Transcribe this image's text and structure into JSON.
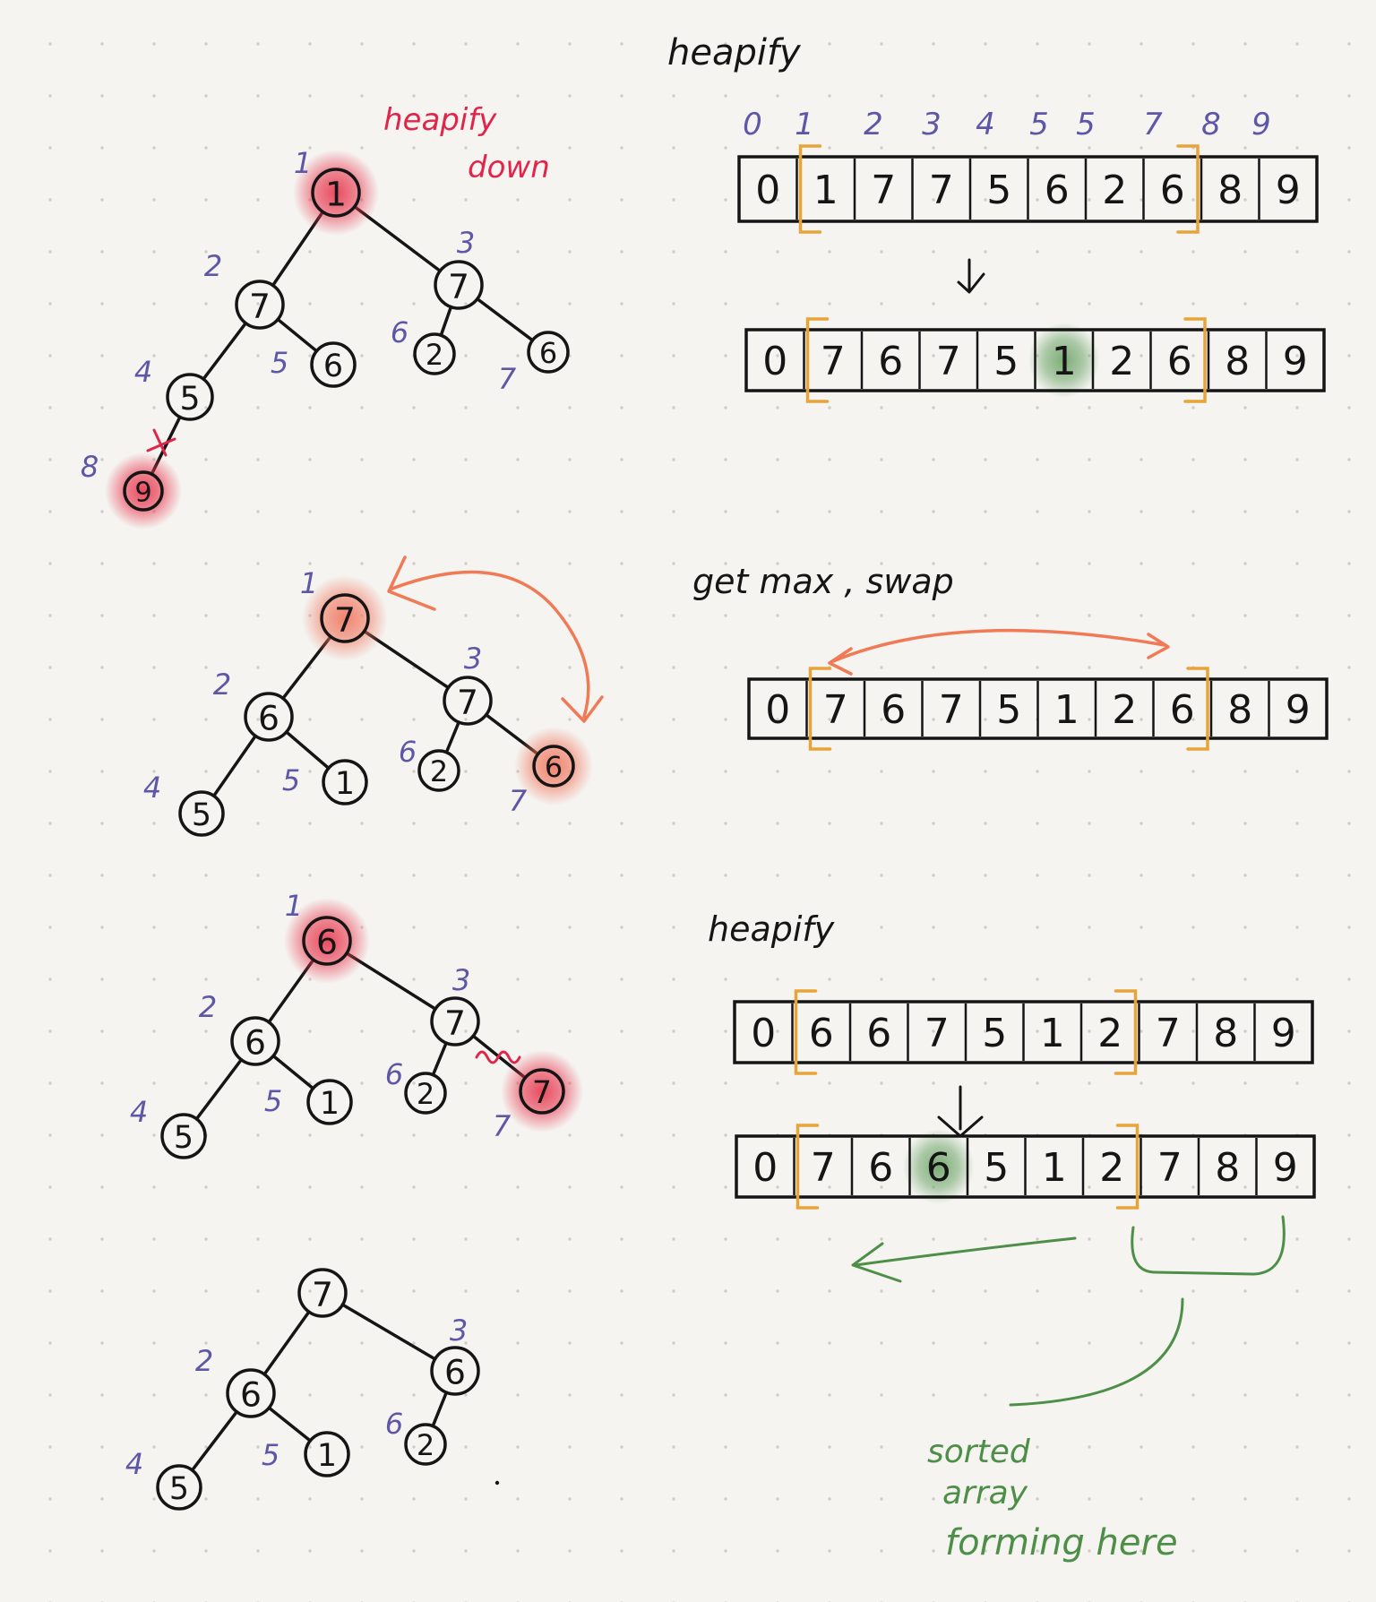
{
  "labels": {
    "heapify_title_1": "heapify",
    "heapify_down_1": "heapify",
    "heapify_down_2": "down",
    "getmax_swap": "get max , swap",
    "heapify_title_3": "heapify",
    "sorted_1": "sorted",
    "sorted_2": "array",
    "sorted_3": "forming here"
  },
  "index_row": [
    "0",
    "1",
    "2",
    "3",
    "4",
    "5",
    "5",
    "7",
    "8",
    "9"
  ],
  "arrays": [
    {
      "id": "array-1",
      "cells": [
        "0",
        "1",
        "7",
        "7",
        "5",
        "6",
        "2",
        "6",
        "8",
        "9"
      ],
      "highlight": null
    },
    {
      "id": "array-2",
      "cells": [
        "0",
        "7",
        "6",
        "7",
        "5",
        "1",
        "2",
        "6",
        "8",
        "9"
      ],
      "highlight": 5
    },
    {
      "id": "array-3",
      "cells": [
        "0",
        "7",
        "6",
        "7",
        "5",
        "1",
        "2",
        "6",
        "8",
        "9"
      ],
      "highlight": null
    },
    {
      "id": "array-4",
      "cells": [
        "0",
        "6",
        "6",
        "7",
        "5",
        "1",
        "2",
        "7",
        "8",
        "9"
      ],
      "highlight": null
    },
    {
      "id": "array-5",
      "cells": [
        "0",
        "7",
        "6",
        "6",
        "5",
        "1",
        "2",
        "7",
        "8",
        "9"
      ],
      "highlight": 3
    }
  ],
  "trees": [
    {
      "id": "tree-1",
      "nodes": [
        {
          "v": "1",
          "idx": "1",
          "hl": "#e8394f"
        },
        {
          "v": "7",
          "idx": "2"
        },
        {
          "v": "7",
          "idx": "3"
        },
        {
          "v": "5",
          "idx": "4"
        },
        {
          "v": "6",
          "idx": "5"
        },
        {
          "v": "2",
          "idx": "6"
        },
        {
          "v": "6",
          "idx": "7"
        },
        {
          "v": "9",
          "idx": "8",
          "hl": "#e8394f"
        }
      ]
    },
    {
      "id": "tree-2",
      "nodes": [
        {
          "v": "7",
          "idx": "1",
          "hl": "#f07860"
        },
        {
          "v": "6",
          "idx": "2"
        },
        {
          "v": "7",
          "idx": "3"
        },
        {
          "v": "5",
          "idx": "4"
        },
        {
          "v": "1",
          "idx": "5"
        },
        {
          "v": "2",
          "idx": "6"
        },
        {
          "v": "6",
          "idx": "7",
          "hl": "#f07860"
        }
      ]
    },
    {
      "id": "tree-3",
      "nodes": [
        {
          "v": "6",
          "idx": "1",
          "hl": "#e8394f"
        },
        {
          "v": "6",
          "idx": "2"
        },
        {
          "v": "7",
          "idx": "3"
        },
        {
          "v": "5",
          "idx": "4"
        },
        {
          "v": "1",
          "idx": "5"
        },
        {
          "v": "2",
          "idx": "6"
        },
        {
          "v": "7",
          "idx": "7",
          "hl": "#e8394f"
        }
      ]
    },
    {
      "id": "tree-4",
      "nodes": [
        {
          "v": "7",
          "idx": ""
        },
        {
          "v": "6",
          "idx": "2"
        },
        {
          "v": "6",
          "idx": "3"
        },
        {
          "v": "5",
          "idx": "4"
        },
        {
          "v": "1",
          "idx": "5"
        },
        {
          "v": "2",
          "idx": "6"
        }
      ]
    }
  ],
  "colors": {
    "ink": "#151515",
    "index": "#5e57a6",
    "red": "#e0254a",
    "orange": "#f07a55",
    "bracket": "#e8a43a",
    "green": "#4e8f47",
    "green_fill": "#6fa56a"
  }
}
